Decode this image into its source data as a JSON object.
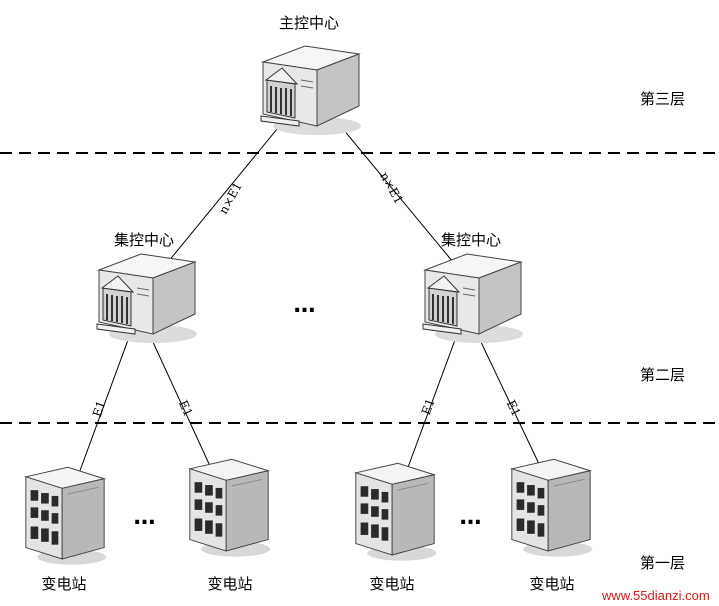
{
  "colors": {
    "line": "#000000",
    "server_face": "#ececec",
    "server_side": "#c4c4c4",
    "building_face": "#e4e4e4",
    "building_side": "#b6b6b6",
    "window": "#2a2a2a",
    "watermark": "#d21a1a"
  },
  "top": {
    "label": "主控中心",
    "icon": "server-icon"
  },
  "middle": [
    {
      "label": "集控中心",
      "icon": "server-icon"
    },
    {
      "label": "集控中心",
      "icon": "server-icon"
    }
  ],
  "substations": [
    {
      "label": "变电站",
      "icon": "building-icon"
    },
    {
      "label": "变电站",
      "icon": "building-icon"
    },
    {
      "label": "变电站",
      "icon": "building-icon"
    },
    {
      "label": "变电站",
      "icon": "building-icon"
    }
  ],
  "links": {
    "top_left": "n×E1",
    "top_right": "n×E1",
    "lower": [
      "E1",
      "E1",
      "E1",
      "E1"
    ]
  },
  "layers": {
    "layer3": "第三层",
    "layer2": "第二层",
    "layer1": "第一层"
  },
  "ellipsis": {
    "middle": "…",
    "bottom_left": "…",
    "bottom_right": "…"
  },
  "watermark": "www.55dianzi.com"
}
